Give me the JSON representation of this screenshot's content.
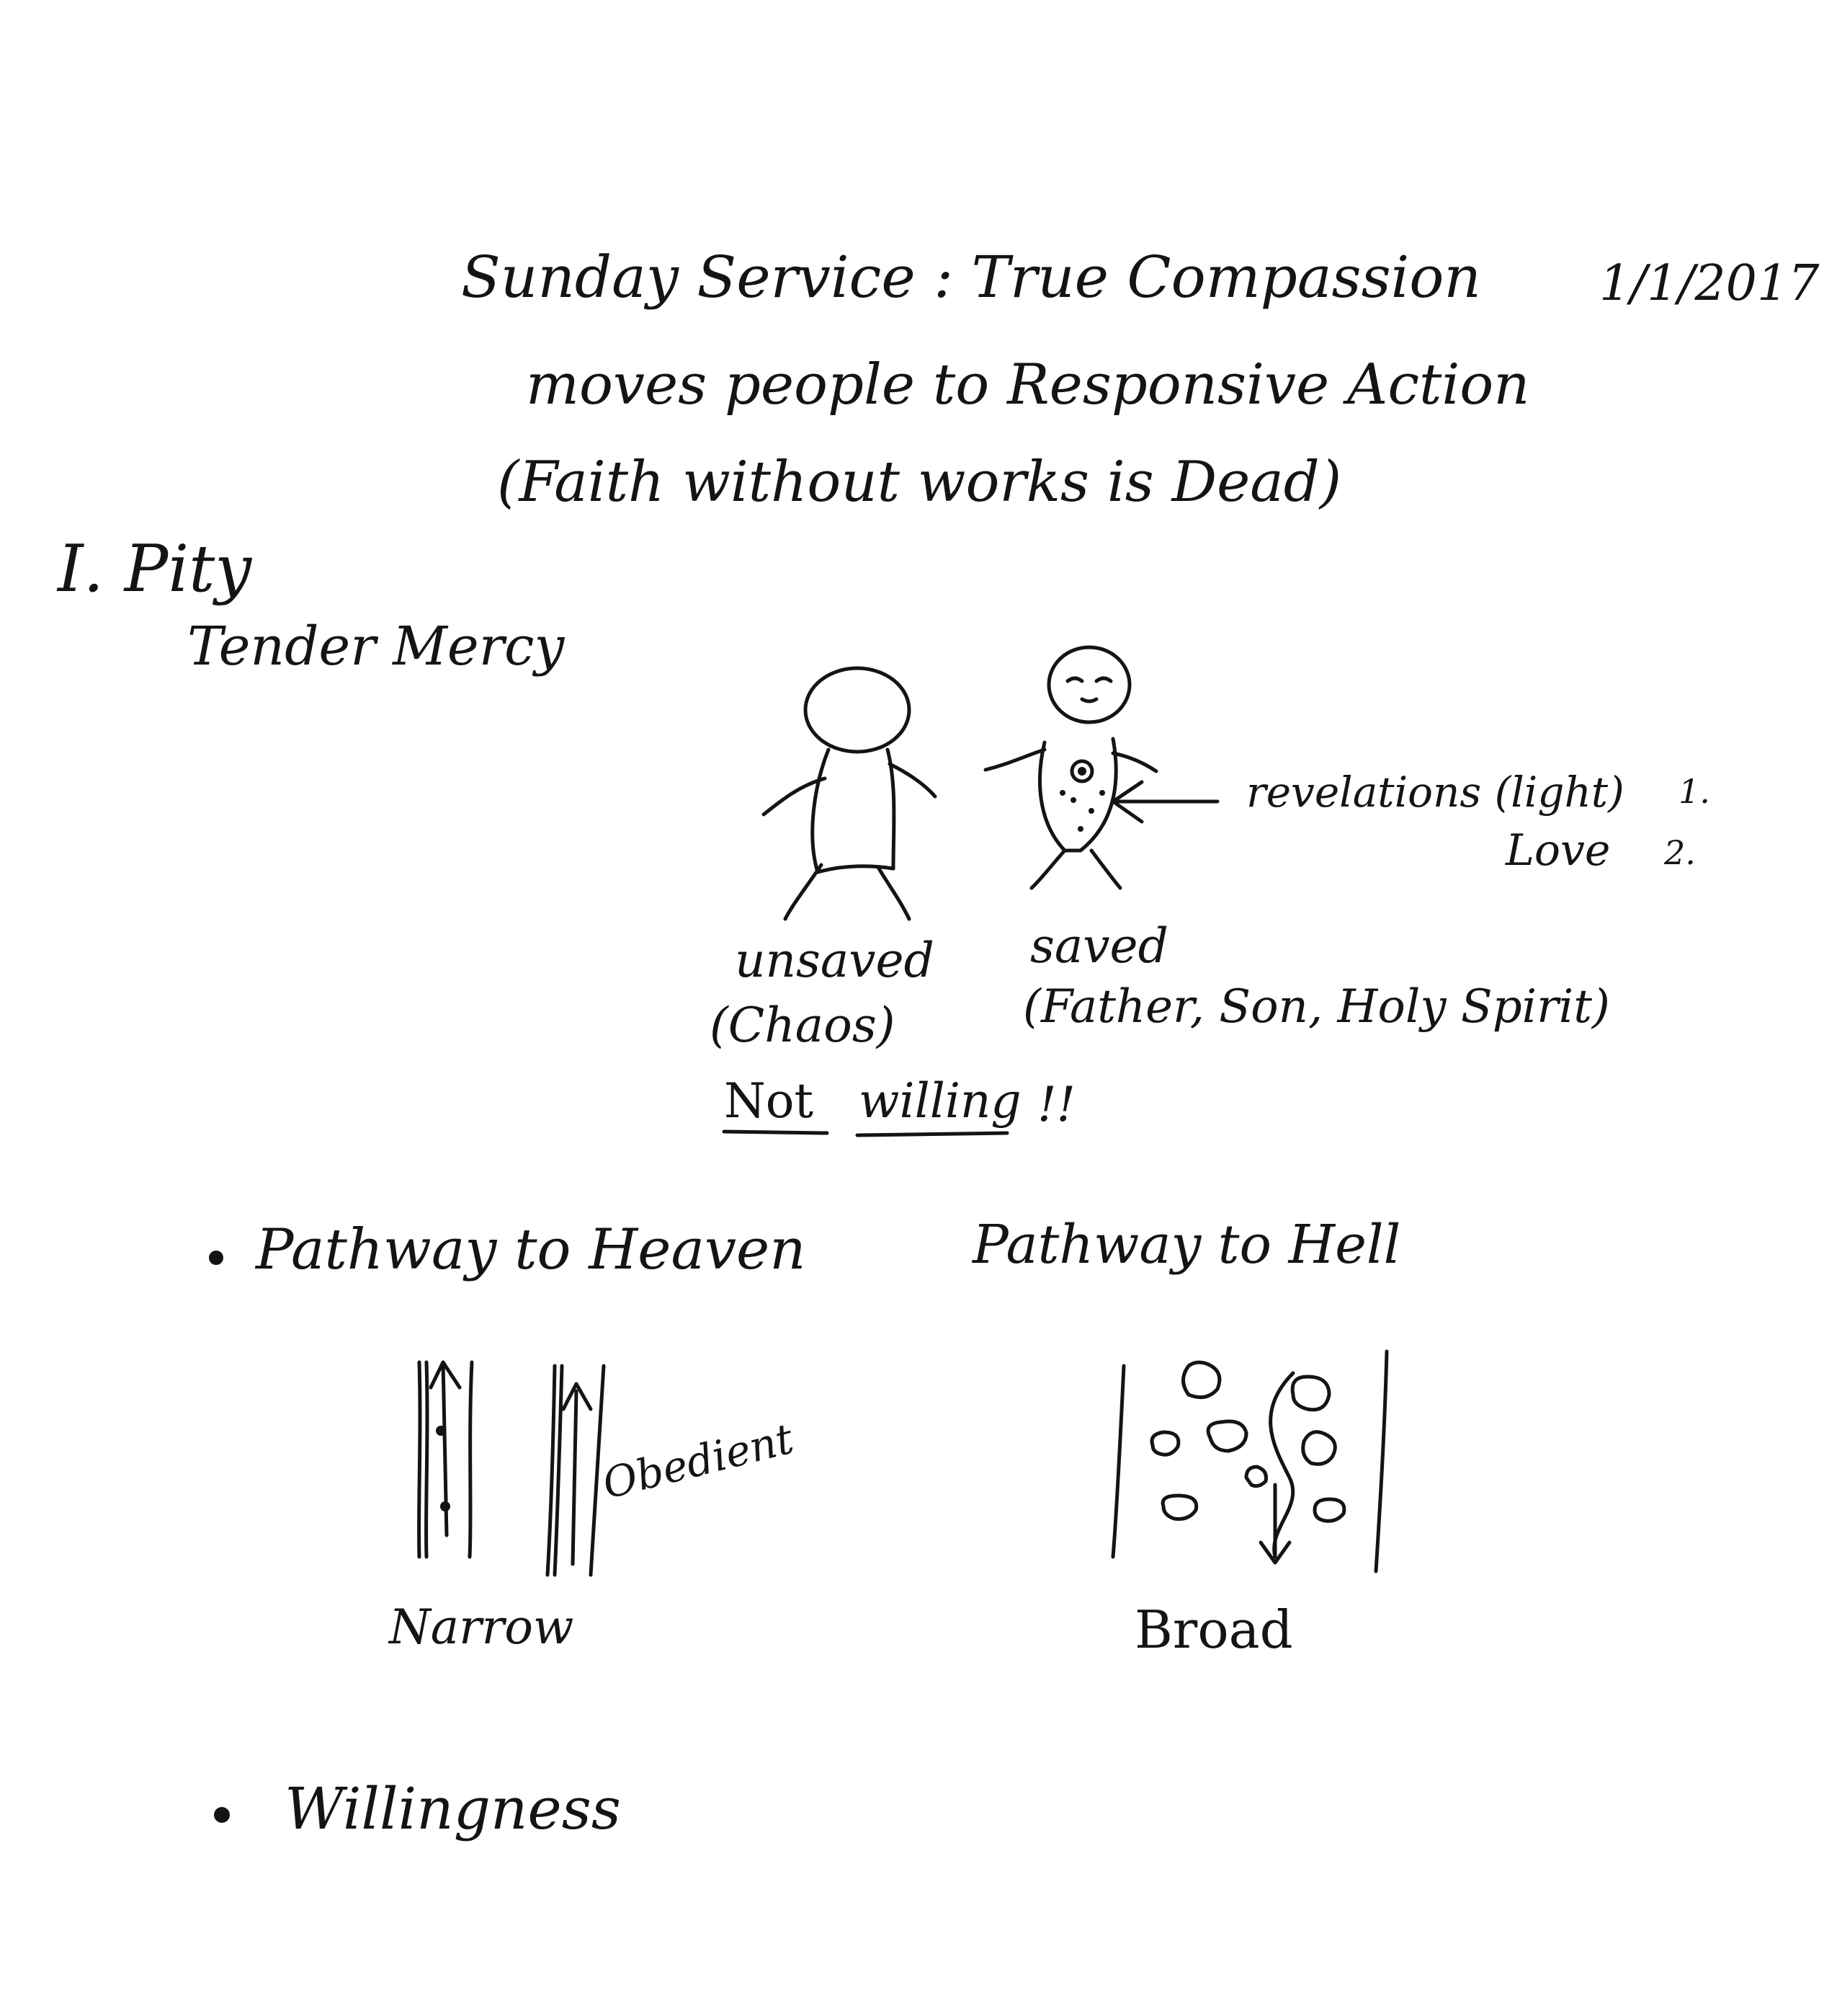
{
  "header": {
    "title_line1": "Sunday Service : True Compassion",
    "date": "1/1/2017",
    "title_line2": "moves people to Responsive Action",
    "title_line3": "(Faith without works is Dead)"
  },
  "section_one": {
    "heading": "I. Pity",
    "subheading": "Tender Mercy"
  },
  "figures": {
    "unsaved_label": "unsaved",
    "unsaved_sub": "(Chaos)",
    "saved_label": "saved",
    "saved_sub": "(Father, Son, Holy Spirit)",
    "note_revelations": "revelations (light)",
    "note_revelations_num": "1.",
    "note_love": "Love",
    "note_love_num": "2.",
    "not_word": "Not",
    "willing_word": "willing",
    "exclaim": "!!"
  },
  "pathways": {
    "heaven_title": "Pathway to Heaven",
    "hell_title": "Pathway to Hell",
    "obedient_label": "Obedient",
    "narrow_label": "Narrow",
    "broad_label": "Broad"
  },
  "willingness": {
    "label": "Willingness"
  }
}
